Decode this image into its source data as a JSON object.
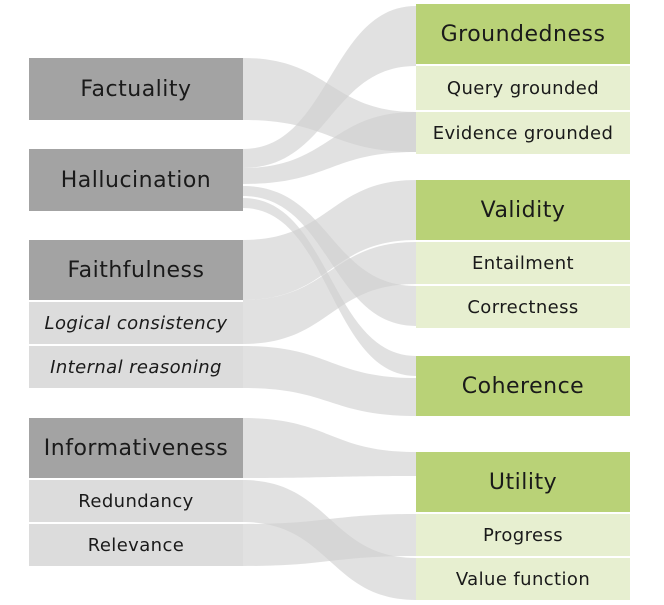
{
  "left": {
    "factuality": "Factuality",
    "hallucination": "Hallucination",
    "faithfulness": "Faithfulness",
    "logical_consistency": "Logical consistency",
    "internal_reasoning": "Internal reasoning",
    "informativeness": "Informativeness",
    "redundancy": "Redundancy",
    "relevance": "Relevance"
  },
  "right": {
    "groundedness": "Groundedness",
    "query_grounded": "Query grounded",
    "evidence_grounded": "Evidence grounded",
    "validity": "Validity",
    "entailment": "Entailment",
    "correctness": "Correctness",
    "coherence": "Coherence",
    "utility": "Utility",
    "progress": "Progress",
    "value_function": "Value function"
  },
  "colors": {
    "left_header": "#a3a3a3",
    "left_sub": "#dcdcdc",
    "right_header": "#b9d277",
    "right_sub": "#e7efd0",
    "flow": "#c8c8c8"
  }
}
